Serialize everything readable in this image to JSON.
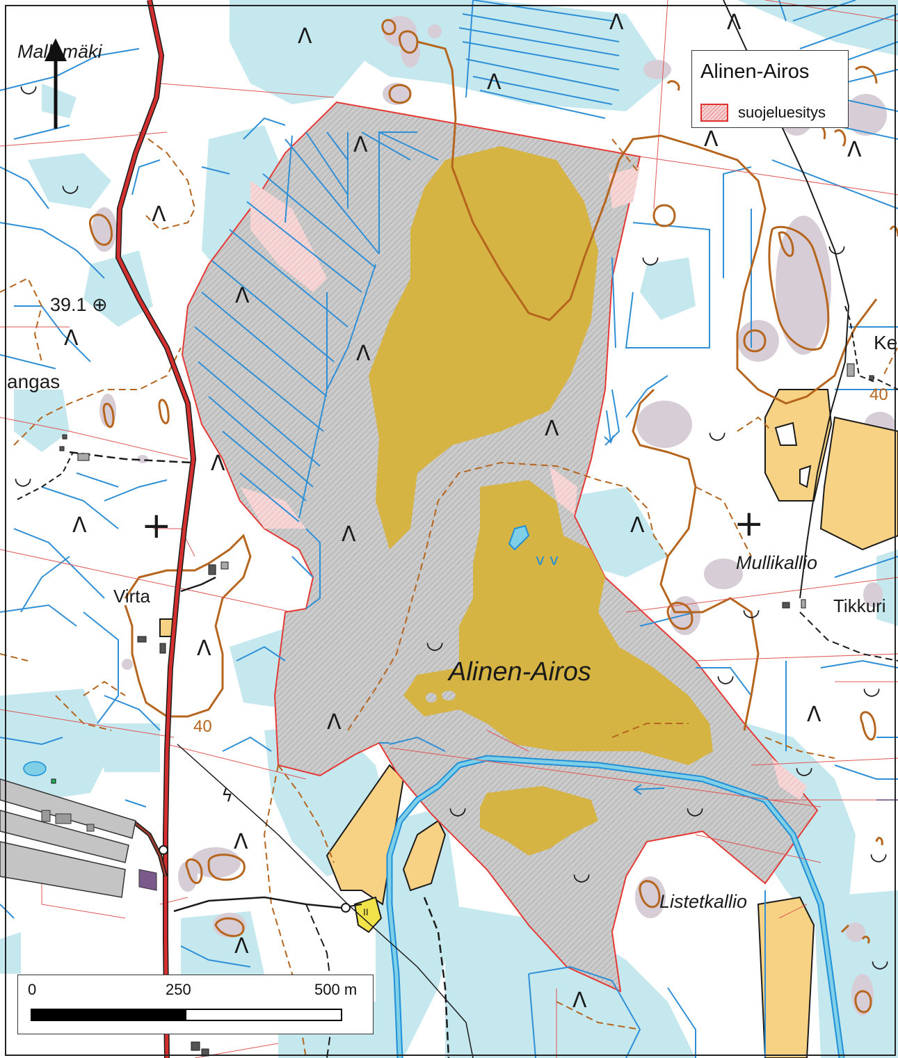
{
  "map": {
    "place_names": {
      "mallamaki": "Mallamäki",
      "kangas": "angas",
      "virta": "Virta",
      "alinen_airos": "Alinen-Airos",
      "mullikallio": "Mullikallio",
      "tikkuri": "Tikkuri",
      "listetkallio": "Listetkallio",
      "ke": "Ke"
    },
    "elevation_point": "39.1 ⊕",
    "contour_labels": {
      "west": "40",
      "east": "40"
    },
    "symbols": {
      "north_arrow": "north-arrow",
      "forest": "Λ",
      "rock": "◡",
      "marsh": "v v",
      "cross": "+",
      "lightning": "ϟ",
      "campfire": "II"
    },
    "colors": {
      "water": "#1e8fd8",
      "wetland": "#bfe7ec",
      "bog_open": "#d6b443",
      "field": "#f7d184",
      "protected_fill": "#c8c8c8",
      "protected_border": "#e53935",
      "contour": "#b5651d",
      "road": "#c62828"
    }
  },
  "legend": {
    "title": "Alinen-Airos",
    "item_label": "suojeluesitys"
  },
  "scalebar": {
    "tick_0": "0",
    "tick_250": "250",
    "tick_500": "500 m",
    "filled_fraction": 0.5
  }
}
